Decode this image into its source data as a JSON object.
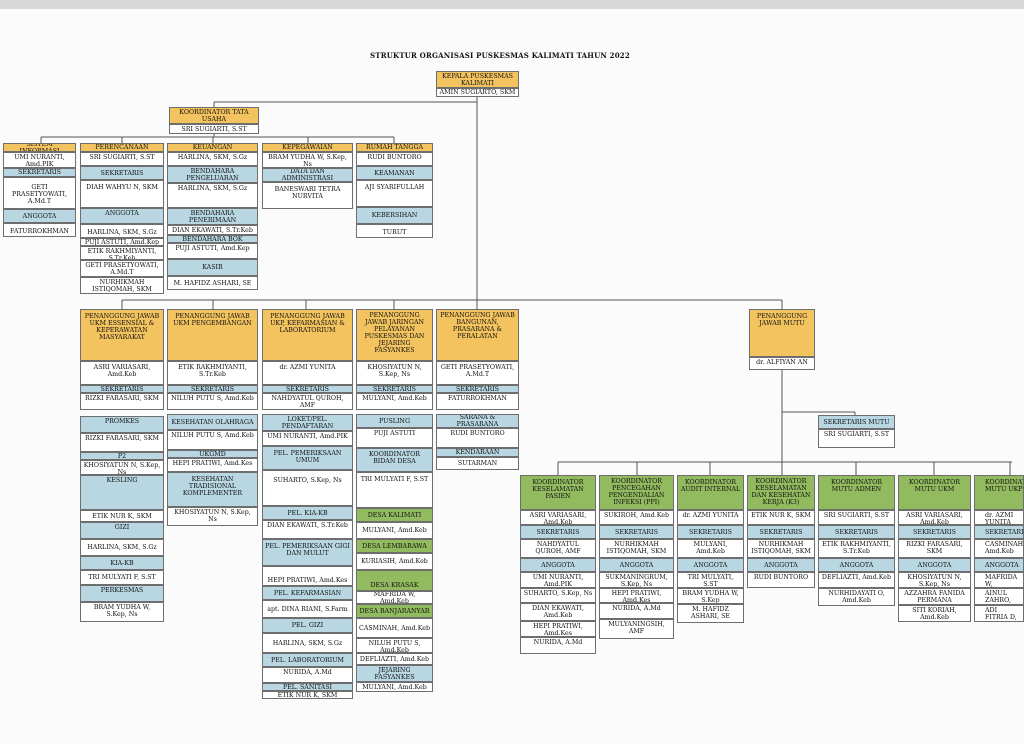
{
  "title": "STRUKTUR ORGANISASI PUSKESMAS KALIMATI TAHUN 2022",
  "colors": {
    "header": "#f2c35e",
    "sub": "#b8d7e2",
    "coordinator": "#92bb5f",
    "line": "#555555"
  },
  "cells": [
    {
      "t": "KEPALA PUSKESMAS KALIMATI",
      "c": "y"
    },
    {
      "t": "AMIN SUGIARTO, SKM",
      "c": "w"
    },
    {
      "t": "KOORDINATOR TATA USAHA",
      "c": "y"
    },
    {
      "t": "SRI SUGIARTI, S.ST",
      "c": "w"
    },
    {
      "t": "SISTEM INFORMASI",
      "c": "y"
    },
    {
      "t": "UMI NURANTI, Amd.PIK",
      "c": "w"
    },
    {
      "t": "SEKRETARIS",
      "c": "b"
    },
    {
      "t": "GETI PRASETYOWATI, A.Md.T",
      "c": "w"
    },
    {
      "t": "ANGGOTA",
      "c": "b"
    },
    {
      "t": "FATURROKHMAN",
      "c": "w"
    },
    {
      "t": "PERENCANAAN",
      "c": "y"
    },
    {
      "t": "SRI SUGIARTI, S.ST",
      "c": "w"
    },
    {
      "t": "SEKRETARIS",
      "c": "b"
    },
    {
      "t": "DIAH WAHYU N, SKM",
      "c": "w"
    },
    {
      "t": "ANGGOTA",
      "c": "b"
    },
    {
      "t": "HARLINA, SKM, S.Gz",
      "c": "w"
    },
    {
      "t": "PUJI ASTUTI, Amd.Kep",
      "c": "w"
    },
    {
      "t": "ETIK RAKHMIYANTI, S.Tr.Keb",
      "c": "w"
    },
    {
      "t": "GETI PRASETYOWATI, A.Md.T",
      "c": "w"
    },
    {
      "t": "NURHIKMAH ISTIQOMAH, SKM",
      "c": "w"
    },
    {
      "t": "KEUANGAN",
      "c": "y"
    },
    {
      "t": "HARLINA, SKM, S.Gz",
      "c": "w"
    },
    {
      "t": "BENDAHARA PENGELUARAN",
      "c": "b"
    },
    {
      "t": "HARLINA, SKM, S.Gz",
      "c": "w"
    },
    {
      "t": "BENDAHARA PENERIMAAN",
      "c": "b"
    },
    {
      "t": "DIAN EKAWATI, S.Tr.Keb",
      "c": "w"
    },
    {
      "t": "BENDAHARA BOK",
      "c": "b"
    },
    {
      "t": "PUJI ASTUTI, Amd.Kep",
      "c": "w"
    },
    {
      "t": "KASIR",
      "c": "b"
    },
    {
      "t": "M. HAFIDZ ASHARI, SE",
      "c": "w"
    },
    {
      "t": "KEPEGAWAIAN",
      "c": "y"
    },
    {
      "t": "BRAM YUDHA W, S.Kep, Ns",
      "c": "w"
    },
    {
      "t": "DATA DAN ADMINISTRASI",
      "c": "b"
    },
    {
      "t": "BANESWARI TETRA NURVITA",
      "c": "w"
    },
    {
      "t": "RUMAH TANGGA",
      "c": "y"
    },
    {
      "t": "RUDI BUNTORO",
      "c": "w"
    },
    {
      "t": "KEAMANAN",
      "c": "b"
    },
    {
      "t": "AJI SYARIFULLAH",
      "c": "w"
    },
    {
      "t": "KEBERSIHAN",
      "c": "b"
    },
    {
      "t": "TURUT",
      "c": "w"
    },
    {
      "t": "PENANGGUNG JAWAB UKM ESSENSIAL & KEPERAWATAN MASYARAKAT",
      "c": "y"
    },
    {
      "t": "ASRI VARIASARI, Amd.Keb",
      "c": "w"
    },
    {
      "t": "SEKRETARIS",
      "c": "b"
    },
    {
      "t": "RIZKI FARASARI, SKM",
      "c": "w"
    },
    {
      "t": "PROMKES",
      "c": "b"
    },
    {
      "t": "RIZKI FARASARI, SKM",
      "c": "w"
    },
    {
      "t": "P2",
      "c": "b"
    },
    {
      "t": "KHOSIYATUN N, S.Kep, Ns",
      "c": "w"
    },
    {
      "t": "KESLING",
      "c": "b"
    },
    {
      "t": "ETIK NUR K, SKM",
      "c": "w"
    },
    {
      "t": "GIZI",
      "c": "b"
    },
    {
      "t": "HARLINA, SKM, S.Gz",
      "c": "w"
    },
    {
      "t": "KIA-KB",
      "c": "b"
    },
    {
      "t": "TRI MULYATI F, S.ST",
      "c": "w"
    },
    {
      "t": "PERKESMAS",
      "c": "b"
    },
    {
      "t": "BRAM YUDHA W, S.Kep, Ns",
      "c": "w"
    },
    {
      "t": "PENANGGUNG JAWAB UKM PENGEMBANGAN",
      "c": "y"
    },
    {
      "t": "ETIK RAKHMIYANTI, S.Tr.Keb",
      "c": "w"
    },
    {
      "t": "SEKRETARIS",
      "c": "b"
    },
    {
      "t": "NILUH PUTU S, Amd.Keb",
      "c": "w"
    },
    {
      "t": "KESEHATAN OLAHRAGA",
      "c": "b"
    },
    {
      "t": "NILUH PUTU S, Amd.Keb",
      "c": "w"
    },
    {
      "t": "UKGMD",
      "c": "b"
    },
    {
      "t": "HEPI PRATIWI, Amd.Kes",
      "c": "w"
    },
    {
      "t": "KESEHATAN TRADISIONAL KOMPLEMENTER",
      "c": "b"
    },
    {
      "t": "KHOSIYATUN N, S.Kep, Ns",
      "c": "w"
    },
    {
      "t": "PENANGGUNG JAWAB UKP, KEFARMASIAN & LABORATORIUM",
      "c": "y"
    },
    {
      "t": "dr. AZMI YUNITA",
      "c": "w"
    },
    {
      "t": "SEKRETARIS",
      "c": "b"
    },
    {
      "t": "NAHDYATUL QUROH, AMF",
      "c": "w"
    },
    {
      "t": "LOKET/PEL. PENDAFTARAN",
      "c": "b"
    },
    {
      "t": "UMI NURANTI, Amd.PIK",
      "c": "w"
    },
    {
      "t": "PEL. PEMERIKSAAN UMUM",
      "c": "b"
    },
    {
      "t": "SUHARTO, S.Kep, Ns",
      "c": "w"
    },
    {
      "t": "PEL. KIA-KB",
      "c": "b"
    },
    {
      "t": "DIAN EKAWATI, S.Tr.Keb",
      "c": "w"
    },
    {
      "t": "PEL. PEMERIKSAAN GIGI DAN MULUT",
      "c": "b"
    },
    {
      "t": "HEPI PRATIWI, Amd.Kes",
      "c": "w"
    },
    {
      "t": "PEL. KEFARMASIAN",
      "c": "b"
    },
    {
      "t": "apt. DINA RIANI, S.Farm",
      "c": "w"
    },
    {
      "t": "PEL. GIZI",
      "c": "b"
    },
    {
      "t": "HARLINA, SKM, S.Gz",
      "c": "w"
    },
    {
      "t": "PEL. LABORATORIUM",
      "c": "b"
    },
    {
      "t": "NURIDA, A.Md",
      "c": "w"
    },
    {
      "t": "PEL. SANITASI",
      "c": "b"
    },
    {
      "t": "ETIK NUR K, SKM",
      "c": "w"
    },
    {
      "t": "PENANGGUNG JAWAB JARINGAN PELAYANAN PUSKESMAS DAN JEJARING FASYANKES",
      "c": "y"
    },
    {
      "t": "KHOSIYATUN N, S.Kep, Ns",
      "c": "w"
    },
    {
      "t": "SEKRETARIS",
      "c": "b"
    },
    {
      "t": "MULYANI, Amd.Keb",
      "c": "w"
    },
    {
      "t": "PUSLING",
      "c": "b"
    },
    {
      "t": "PUJI ASTUTI",
      "c": "w"
    },
    {
      "t": "KOORDINATOR BIDAN DESA",
      "c": "b"
    },
    {
      "t": "TRI MULYATI F, S.ST",
      "c": "w"
    },
    {
      "t": "DESA KALIMATI",
      "c": "g"
    },
    {
      "t": "MULYANI, Amd.Keb",
      "c": "w"
    },
    {
      "t": "DESA LEMBARAWA",
      "c": "g"
    },
    {
      "t": "KURIASIH, Amd.Keb",
      "c": "w"
    },
    {
      "t": "DESA KRASAK",
      "c": "g"
    },
    {
      "t": "MAFRIDA W, Amd.Keb",
      "c": "w"
    },
    {
      "t": "DESA BANJARANYAR",
      "c": "g"
    },
    {
      "t": "CASMINAH, Amd.Keb",
      "c": "w"
    },
    {
      "t": "NILUH PUTU S, Amd.Keb",
      "c": "w"
    },
    {
      "t": "DEFLIAZTI, Amd.Keb",
      "c": "w"
    },
    {
      "t": "JEJARING FASYANKES",
      "c": "b"
    },
    {
      "t": "MULYANI, Amd.Keb",
      "c": "w"
    },
    {
      "t": "PENANGGUNG JAWAB BANGUNAN, PRASARANA & PERALATAN",
      "c": "y"
    },
    {
      "t": "GETI PRASETYOWATI, A.Md.T",
      "c": "w"
    },
    {
      "t": "SEKRETARIS",
      "c": "b"
    },
    {
      "t": "FATURROKHMAN",
      "c": "w"
    },
    {
      "t": "SARANA & PRASARANA",
      "c": "b"
    },
    {
      "t": "RUDI BUNTORO",
      "c": "w"
    },
    {
      "t": "KENDARAAN",
      "c": "b"
    },
    {
      "t": "SUTARMAN",
      "c": "w"
    },
    {
      "t": "PENANGGUNG JAWAB MUTU",
      "c": "y"
    },
    {
      "t": "dr. ALFIYAN AN",
      "c": "w"
    },
    {
      "t": "SEKRETARIS MUTU",
      "c": "b"
    },
    {
      "t": "SRI SUGIARTI, S.ST",
      "c": "w"
    },
    {
      "t": "KOORDINATOR KESELAMATAN PASIEN",
      "c": "g"
    },
    {
      "t": "ASRI VARIASARI, Amd.Keb",
      "c": "w"
    },
    {
      "t": "SEKRETARIS",
      "c": "b"
    },
    {
      "t": "NAHDYATUL QUROH, AMF",
      "c": "w"
    },
    {
      "t": "ANGGOTA",
      "c": "b"
    },
    {
      "t": "UMI NURANTI, Amd.PIK",
      "c": "w"
    },
    {
      "t": "SUHARTO, S.Kep, Ns",
      "c": "w"
    },
    {
      "t": "DIAN EKAWATI, Amd.Keb",
      "c": "w"
    },
    {
      "t": "HEPI PRATIWI, Amd.Kes",
      "c": "w"
    },
    {
      "t": "NURIDA, A.Md",
      "c": "w"
    },
    {
      "t": "KOORDINATOR PENCEGAHAN PENGENDALIAN INFEKSI (PPI)",
      "c": "g"
    },
    {
      "t": "SUKIROH, Amd.Keb",
      "c": "w"
    },
    {
      "t": "SEKRETARIS",
      "c": "b"
    },
    {
      "t": "NURHIKMAH ISTIQOMAH, SKM",
      "c": "w"
    },
    {
      "t": "ANGGOTA",
      "c": "b"
    },
    {
      "t": "SUKMANINGRUM, S.Kep, Ns",
      "c": "w"
    },
    {
      "t": "HEPI PRATIWI, Amd.Kes",
      "c": "w"
    },
    {
      "t": "NURIDA, A.Md",
      "c": "w"
    },
    {
      "t": "MULYANINGSIH, AMF",
      "c": "w"
    },
    {
      "t": "KOORDINATOR AUDIT INTERNAL",
      "c": "g"
    },
    {
      "t": "dr. AZMI YUNITA",
      "c": "w"
    },
    {
      "t": "SEKRETARIS",
      "c": "b"
    },
    {
      "t": "MULYANI, Amd.Keb",
      "c": "w"
    },
    {
      "t": "ANGGOTA",
      "c": "b"
    },
    {
      "t": "TRI MULYATI, S.ST",
      "c": "w"
    },
    {
      "t": "BRAM YUDHA W, S.Kep",
      "c": "w"
    },
    {
      "t": "M. HAFIDZ ASHARI, SE",
      "c": "w"
    },
    {
      "t": "KOORDINATOR KESELAMATAN DAN KESEHATAN KERJA (K3)",
      "c": "g"
    },
    {
      "t": "ETIK NUR K, SKM",
      "c": "w"
    },
    {
      "t": "SEKRETARIS",
      "c": "b"
    },
    {
      "t": "NURHIKMAH ISTIQOMAH, SKM",
      "c": "w"
    },
    {
      "t": "ANGGOTA",
      "c": "b"
    },
    {
      "t": "RUDI BUNTORO",
      "c": "w"
    },
    {
      "t": "KOORDINATOR MUTU ADMEN",
      "c": "g"
    },
    {
      "t": "SRI SUGIARTI, S.ST",
      "c": "w"
    },
    {
      "t": "SEKRETARIS",
      "c": "b"
    },
    {
      "t": "ETIK RAKHMIYANTI, S.Tr.Keb",
      "c": "w"
    },
    {
      "t": "ANGGOTA",
      "c": "b"
    },
    {
      "t": "DEFLIAZTI, Amd.Keb",
      "c": "w"
    },
    {
      "t": "NURHIDAYATI O, Amd.Keb",
      "c": "w"
    },
    {
      "t": "KOORDINATOR MUTU UKM",
      "c": "g"
    },
    {
      "t": "ASRI VARIASARI, Amd.Keb",
      "c": "w"
    },
    {
      "t": "SEKRETARIS",
      "c": "b"
    },
    {
      "t": "RIZKI FARASARI, SKM",
      "c": "w"
    },
    {
      "t": "ANGGOTA",
      "c": "b"
    },
    {
      "t": "KHOSIYATUN N, S.Kep, Ns",
      "c": "w"
    },
    {
      "t": "AZZAHRA FANIDA PERMANA",
      "c": "w"
    },
    {
      "t": "SITI KORIAH, Amd.Keb",
      "c": "w"
    },
    {
      "t": "KOORDINATOR MUTU UKP",
      "c": "g"
    },
    {
      "t": "dr. AZMI YUNITA",
      "c": "w"
    },
    {
      "t": "SEKRETARIS",
      "c": "b"
    },
    {
      "t": "CASMINAH, Amd.Keb",
      "c": "w"
    },
    {
      "t": "ANGGOTA",
      "c": "b"
    },
    {
      "t": "MAFRIDA W, Amd.Keb",
      "c": "w"
    },
    {
      "t": "AINUL ZAHRO, Amd.Keb",
      "c": "w"
    },
    {
      "t": "ADI FITRIA D, Amd.Keb",
      "c": "w"
    }
  ]
}
